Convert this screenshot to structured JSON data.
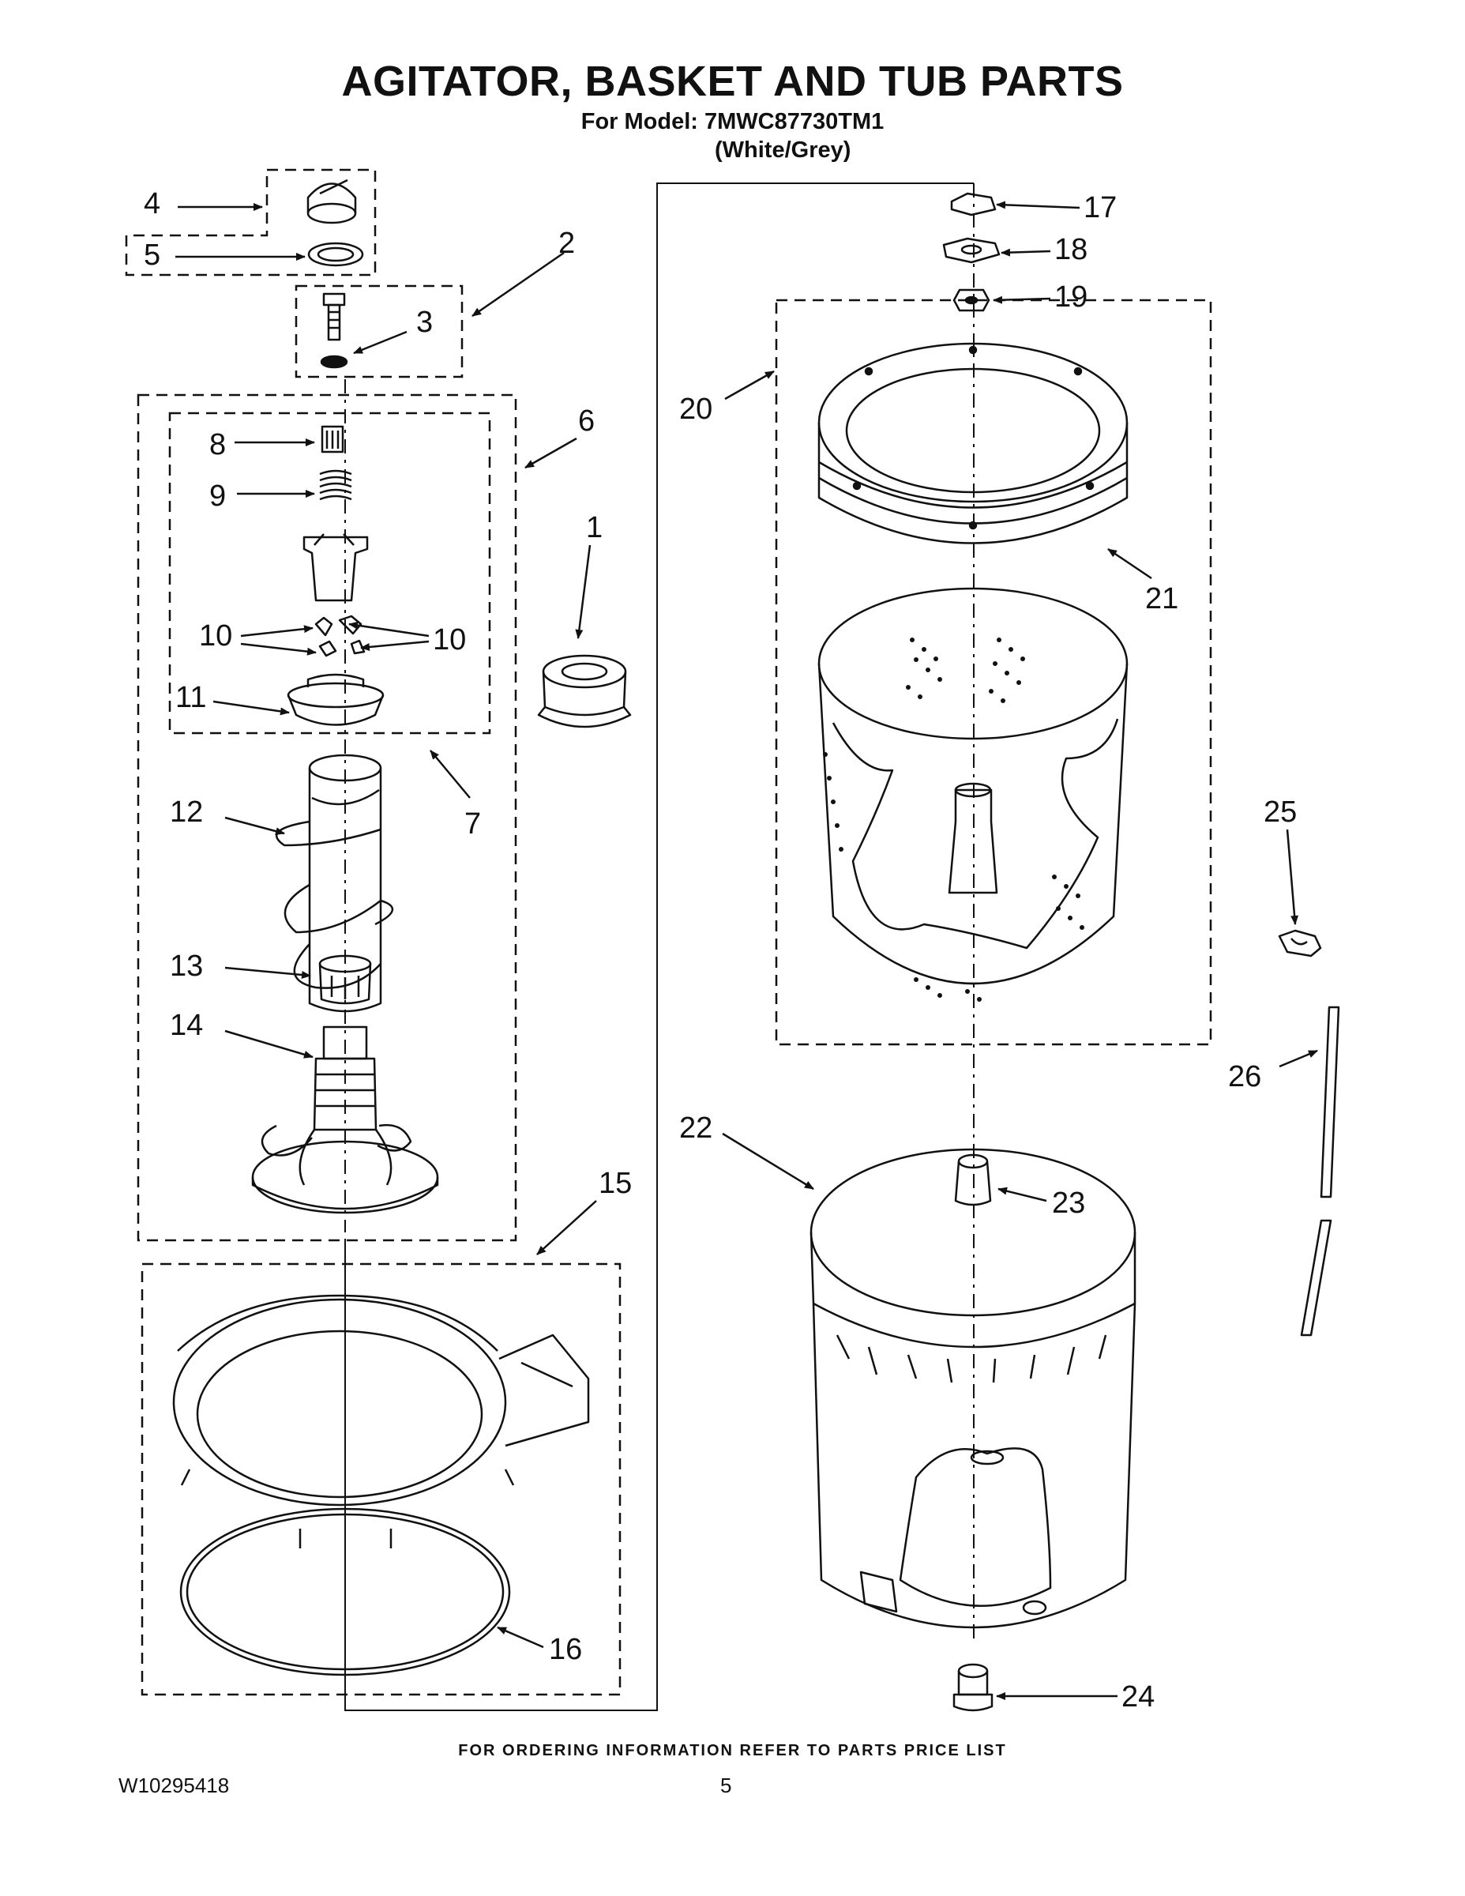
{
  "header": {
    "title": "AGITATOR, BASKET AND TUB PARTS",
    "model_line": "For Model: 7MWC87730TM1",
    "color_line": "(White/Grey)"
  },
  "callouts": {
    "c1": "1",
    "c2": "2",
    "c3": "3",
    "c4": "4",
    "c5": "5",
    "c6": "6",
    "c7": "7",
    "c8": "8",
    "c9": "9",
    "c10a": "10",
    "c10b": "10",
    "c11": "11",
    "c12": "12",
    "c13": "13",
    "c14": "14",
    "c15": "15",
    "c16": "16",
    "c17": "17",
    "c18": "18",
    "c19": "19",
    "c20": "20",
    "c21": "21",
    "c22": "22",
    "c23": "23",
    "c24": "24",
    "c25": "25",
    "c26": "26"
  },
  "footer": {
    "ordering_note": "FOR ORDERING INFORMATION REFER TO PARTS PRICE LIST",
    "document_number": "W10295418",
    "page_number": "5"
  }
}
